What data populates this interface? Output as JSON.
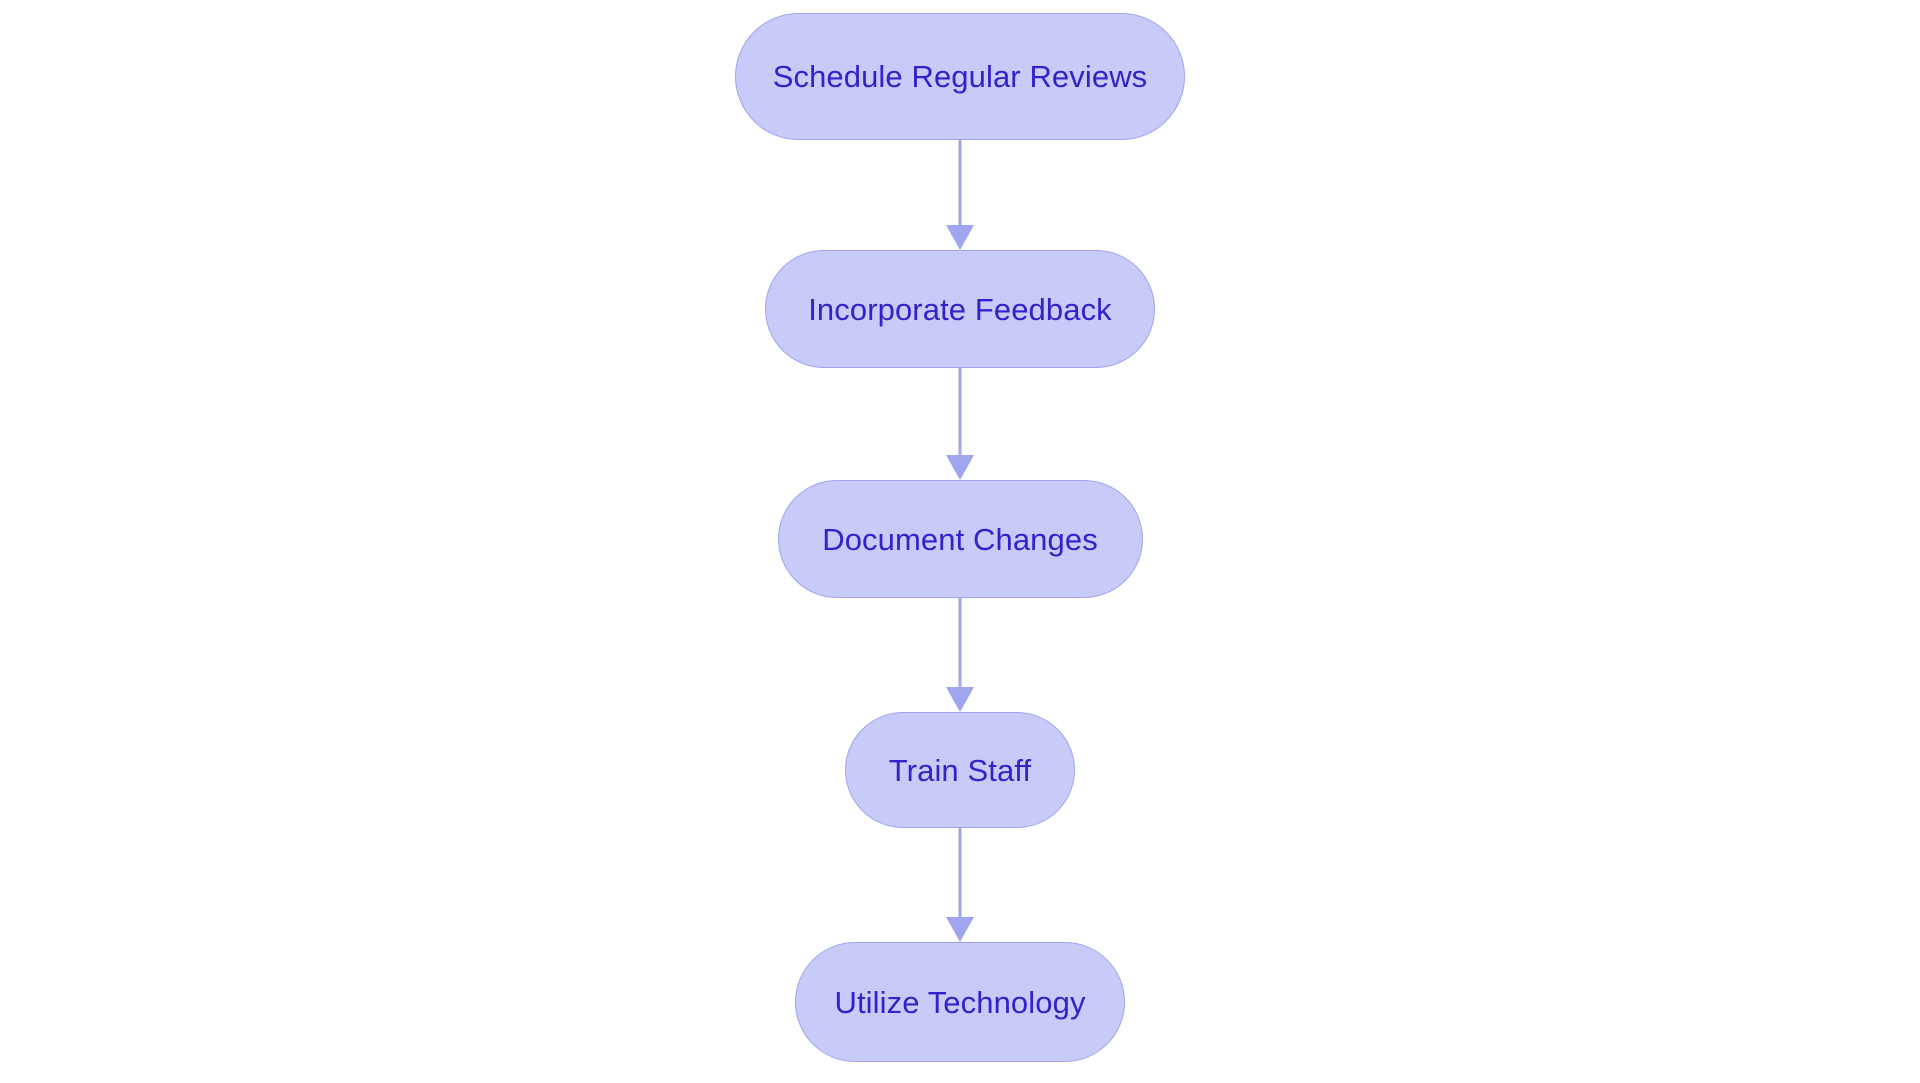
{
  "diagram": {
    "type": "vertical-flowchart",
    "title": "",
    "background_color": "#ffffff",
    "node_fill_color": "#c8caf8",
    "node_border_color": "#a0a5f0",
    "node_text_color": "#3322cc",
    "edge_color": "#a0a5f0",
    "orientation": "top-to-bottom",
    "node_shape": "stadium",
    "node_count": 5,
    "edge_count": 4,
    "nodes": [
      {
        "id": "n1",
        "label": "Schedule Regular Reviews",
        "order": 1
      },
      {
        "id": "n2",
        "label": "Incorporate Feedback",
        "order": 2
      },
      {
        "id": "n3",
        "label": "Document Changes",
        "order": 3
      },
      {
        "id": "n4",
        "label": "Train Staff",
        "order": 4
      },
      {
        "id": "n5",
        "label": "Utilize Technology",
        "order": 5
      }
    ],
    "edges": [
      {
        "id": "e1",
        "from": "n1",
        "to": "n2",
        "label": "",
        "arrow": "down"
      },
      {
        "id": "e2",
        "from": "n2",
        "to": "n3",
        "label": "",
        "arrow": "down"
      },
      {
        "id": "e3",
        "from": "n3",
        "to": "n4",
        "label": "",
        "arrow": "down"
      },
      {
        "id": "e4",
        "from": "n4",
        "to": "n5",
        "label": "",
        "arrow": "down"
      }
    ]
  }
}
